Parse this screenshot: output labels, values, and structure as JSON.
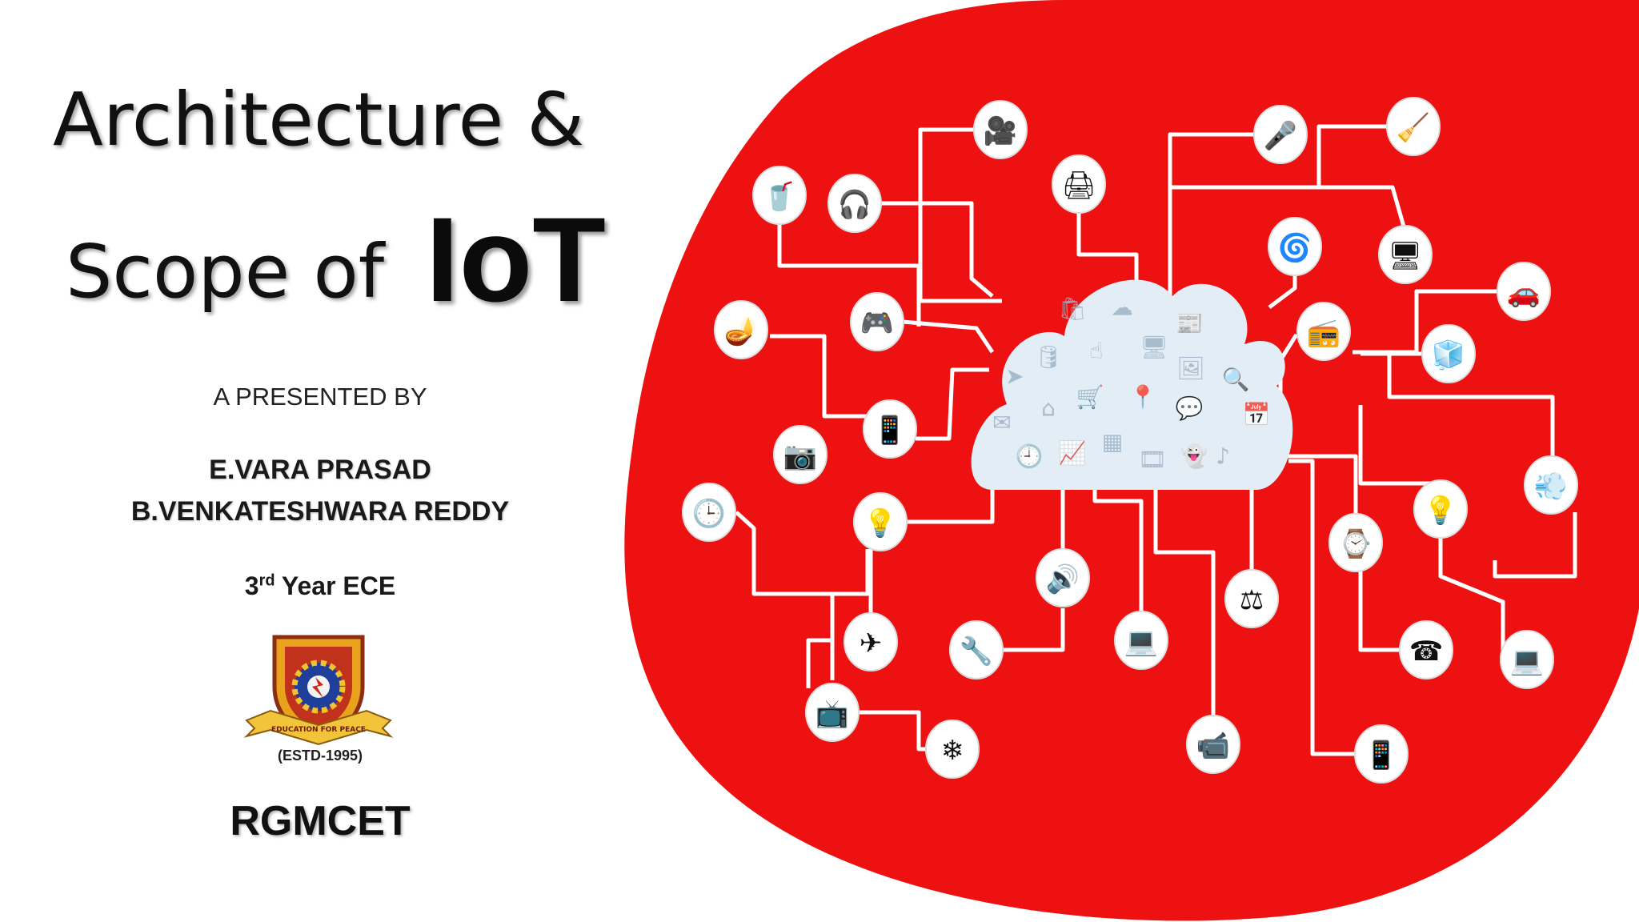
{
  "slide": {
    "title_line1": "Architecture &",
    "title_line2": "Scope of",
    "title_emphasis": "IoT",
    "presented_by": "A PRESENTED BY",
    "presenters": [
      "E.VARA PRASAD",
      "B.VENKATESHWARA REDDY"
    ],
    "year_number": "3",
    "year_suffix": "rd",
    "year_rest": " Year ECE",
    "logo_motto": "EDUCATION FOR PEACE",
    "logo_estd": "(ESTD-1995)",
    "college": "RGMCET"
  },
  "colors": {
    "background": "#ffffff",
    "accent_red": "#ee1111",
    "cloud": "#e3edf5",
    "cloud_icons": "#9fb4c7",
    "node_fill": "#ffffff",
    "icon": "#111111"
  },
  "diagram": {
    "center": "cloud",
    "cloud_icons": [
      "shopping-bag",
      "cloud-upload",
      "newspaper",
      "pointer",
      "database",
      "touch",
      "monitor-cloud",
      "image",
      "search",
      "mail",
      "home",
      "cart",
      "location-pin",
      "chat",
      "calendar",
      "clock",
      "chart",
      "chip",
      "film",
      "ghost",
      "music-note"
    ],
    "devices": [
      "video-camera",
      "microphone",
      "vacuum-cleaner",
      "blender",
      "headphones",
      "printer",
      "washing-machine",
      "television",
      "car",
      "floor-lamp",
      "gamepad",
      "boombox",
      "refrigerator",
      "photo-camera",
      "mobile-phone",
      "lightbulb",
      "clock",
      "desk-lamp",
      "hair-dryer",
      "wristwatch",
      "speaker",
      "airplane",
      "power-drill",
      "desktop-computer",
      "kitchen-scale",
      "telephone",
      "laptop",
      "retro-tv",
      "fan",
      "webcam",
      "tablet"
    ]
  }
}
